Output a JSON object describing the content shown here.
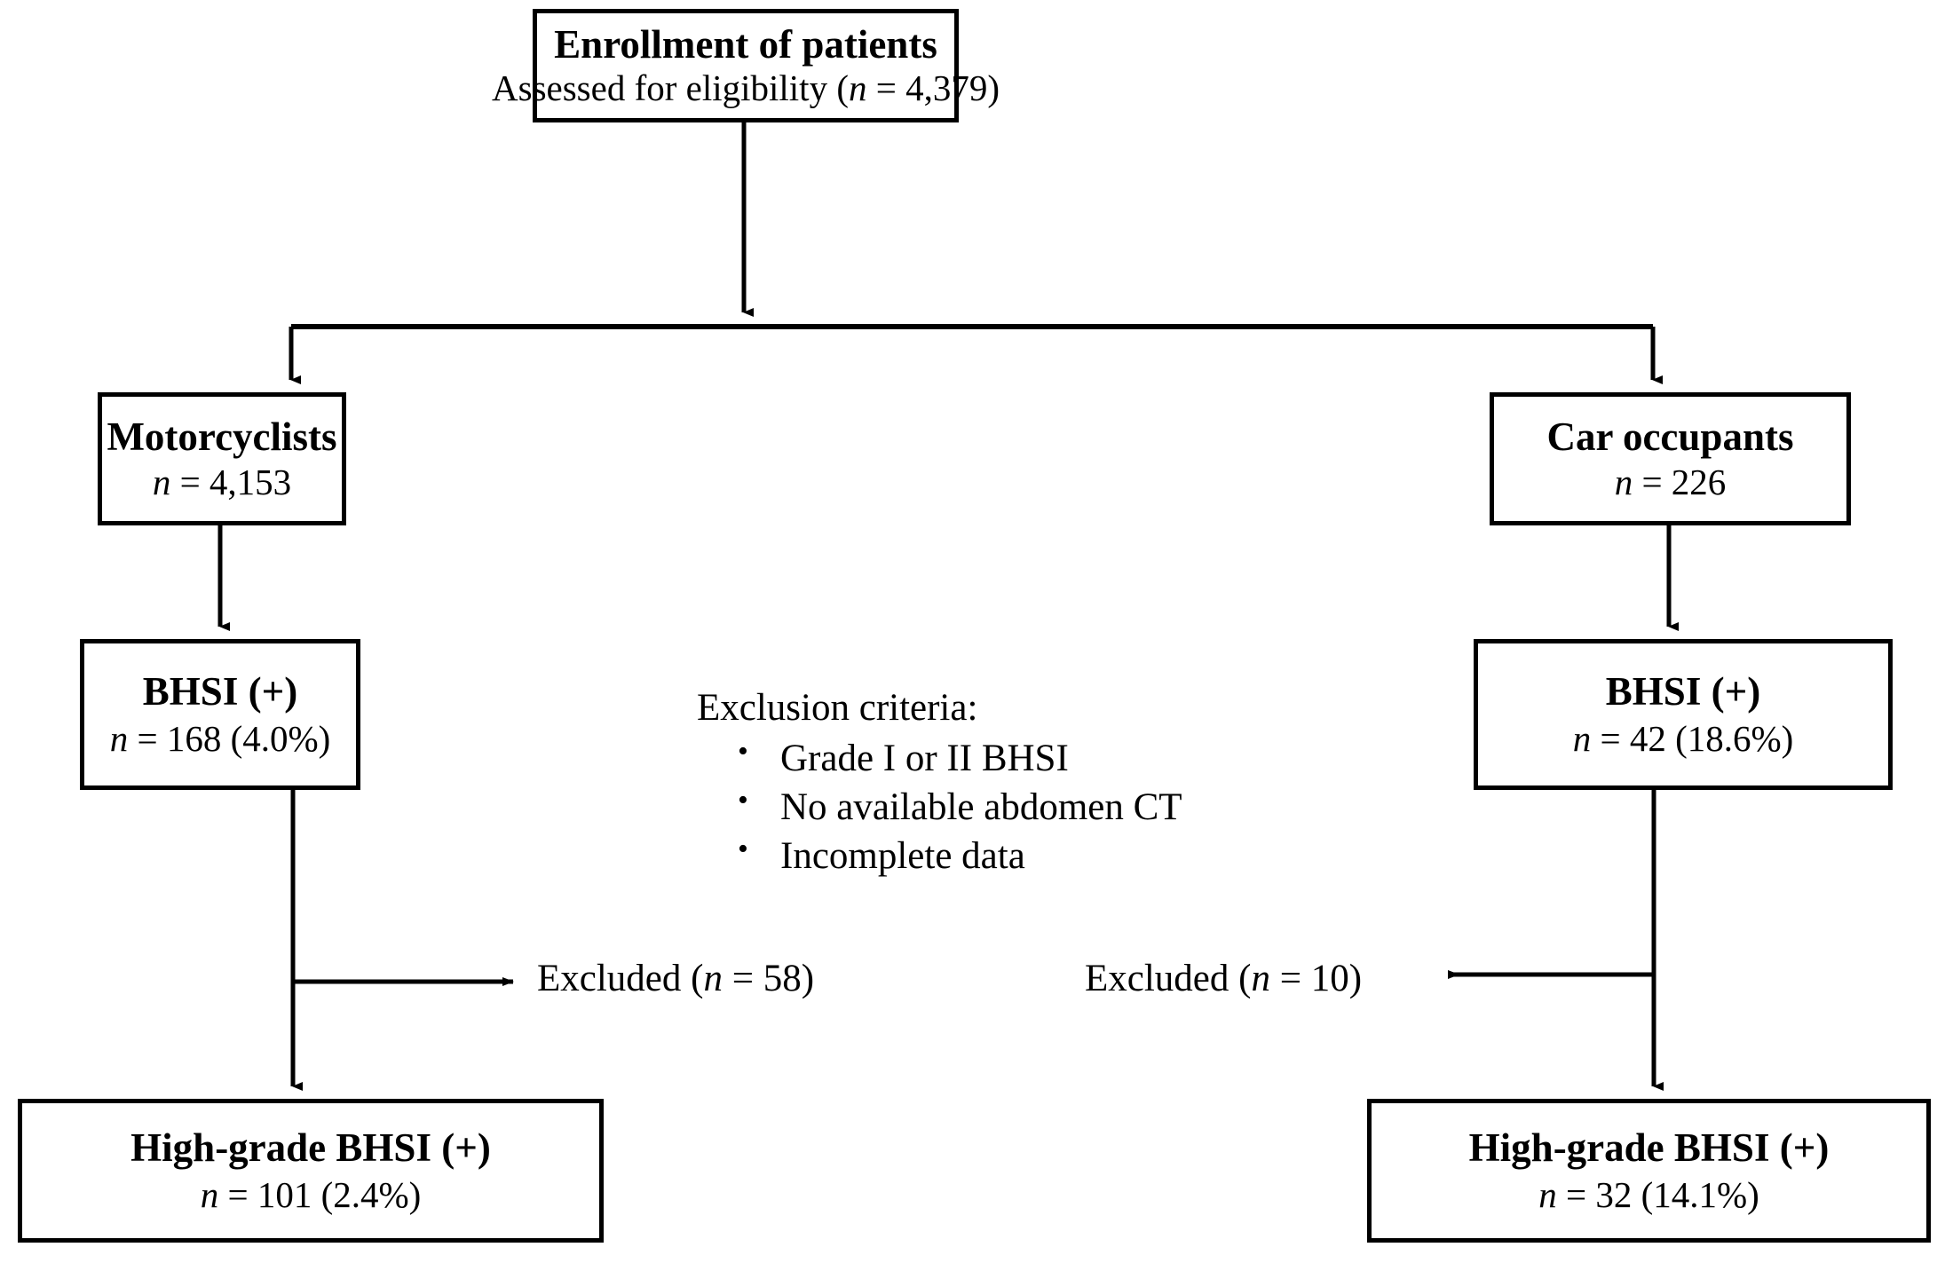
{
  "diagram": {
    "type": "flowchart",
    "title": "Patient enrollment flow diagram",
    "nodes": {
      "enrollment": {
        "title": "Enrollment of patients",
        "sub": "Assessed for eligibility  (n = 4,379)",
        "n": 4379
      },
      "motorcyclists": {
        "title": "Motorcyclists",
        "sub": "n = 4,153",
        "n": 4153
      },
      "car_occupants": {
        "title": "Car occupants",
        "sub": "n = 226",
        "n": 226
      },
      "bhsi_left": {
        "title": "BHSI (+)",
        "sub": "n =  168 (4.0%)",
        "n": 168,
        "percent": "4.0%"
      },
      "bhsi_right": {
        "title": "BHSI (+)",
        "sub": "n =  42 (18.6%)",
        "n": 42,
        "percent": "18.6%"
      },
      "highgrade_left": {
        "title": "High-grade BHSI (+)",
        "sub": "n = 101 (2.4%)",
        "n": 101,
        "percent": "2.4%"
      },
      "highgrade_right": {
        "title": "High-grade BHSI (+)",
        "sub": "n = 32 (14.1%)",
        "n": 32,
        "percent": "14.1%"
      }
    },
    "exclusion": {
      "heading": "Exclusion criteria:",
      "bullet_glyph": "•",
      "items": [
        "Grade I or II BHSI",
        "No available  abdomen CT",
        "Incomplete data"
      ]
    },
    "excluded": {
      "left_label": "Excluded (n = 58)",
      "left_n": 58,
      "right_label": "Excluded (n = 10)",
      "right_n": 10
    },
    "colors": {
      "stroke": "#000000",
      "background": "#ffffff",
      "text": "#000000"
    }
  }
}
